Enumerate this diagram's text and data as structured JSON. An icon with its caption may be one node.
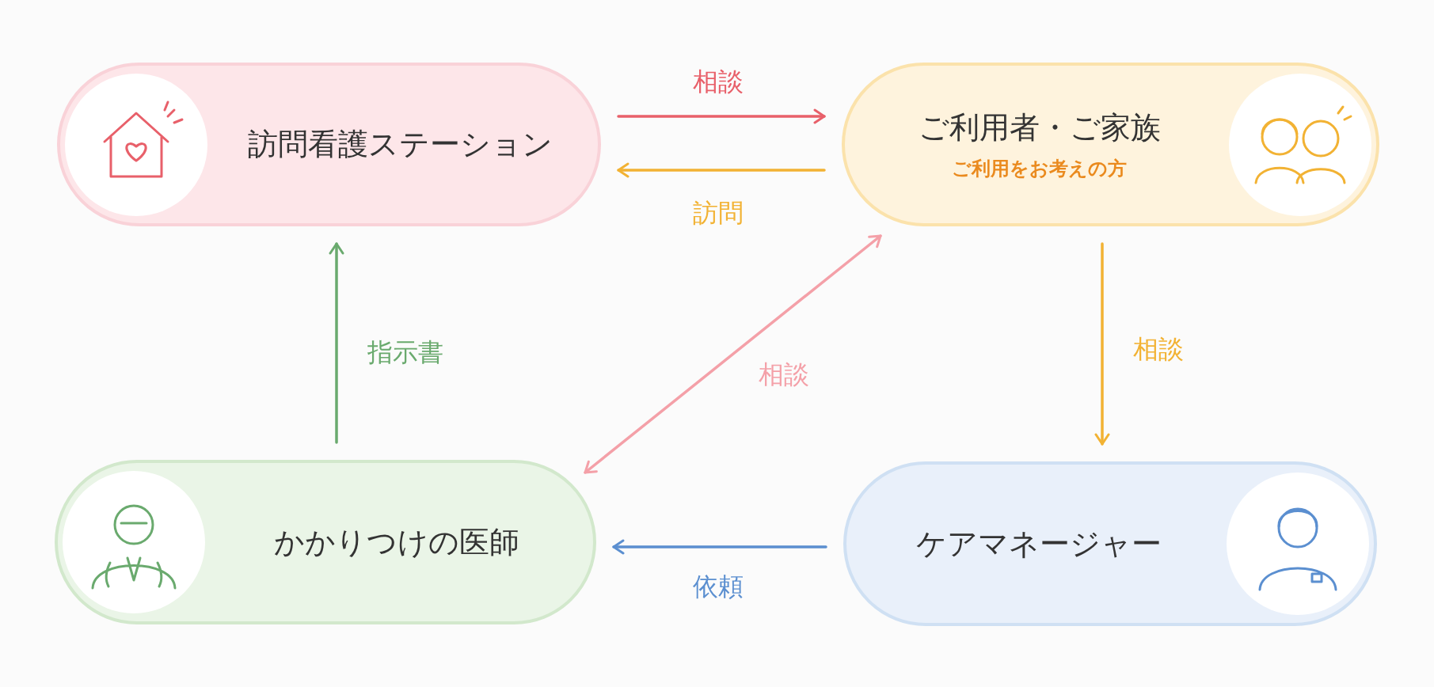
{
  "diagram": {
    "nodes": [
      {
        "text": [
          "訪問看護ステーション"
        ]
      },
      {
        "text": [
          "ご利用者・ご家族",
          "ご利用をお考えの方"
        ]
      },
      {
        "text": [
          "かかりつけの医師"
        ]
      },
      {
        "text": [
          "ケアマネージャー"
        ]
      }
    ],
    "edges": [
      {
        "from": 0,
        "to": 1,
        "arrow": "to",
        "label": "相談",
        "color": "#e8606a"
      },
      {
        "from": 1,
        "to": 0,
        "arrow": "to",
        "label": "訪問",
        "color": "#f2b233"
      },
      {
        "from": 2,
        "to": 0,
        "arrow": "to",
        "label": "指示書",
        "color": "#6aaa6e"
      },
      {
        "from": 1,
        "to": 2,
        "arrow": "both",
        "label": "相談",
        "color": "#f4a0a8"
      },
      {
        "from": 1,
        "to": 3,
        "arrow": "to",
        "label": "相談",
        "color": "#f2b233"
      },
      {
        "from": 3,
        "to": 2,
        "arrow": "to",
        "label": "依頼",
        "color": "#5b8fd0"
      }
    ]
  }
}
